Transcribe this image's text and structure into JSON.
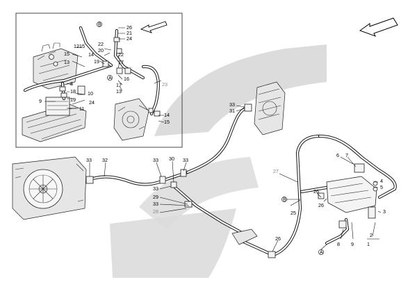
{
  "diagram": {
    "background_color": "#ffffff",
    "watermark_color": "#dcdcdc",
    "labels": {
      "l1": "1",
      "l2": "2",
      "l3": "3",
      "l4": "4",
      "l5": "5",
      "l6": "6",
      "l7": "7",
      "l8": "8",
      "l9": "9",
      "l10": "10",
      "l11": "11",
      "l12": "12",
      "l13": "13",
      "l14": "14",
      "l15": "15",
      "l16": "16",
      "l17": "17",
      "l18": "18",
      "l19": "19",
      "l20": "20",
      "l21": "21",
      "l22": "22",
      "l23": "23",
      "l24": "24",
      "l25": "25",
      "l26": "26",
      "l27": "27",
      "l28": "28",
      "l29": "29",
      "l30": "30",
      "l31": "31",
      "l32": "32",
      "l33": "33"
    },
    "callouts": {
      "A": "A",
      "B": "B"
    },
    "icons": [
      "direction-arrow-icon",
      "callout-circle-icon"
    ]
  }
}
